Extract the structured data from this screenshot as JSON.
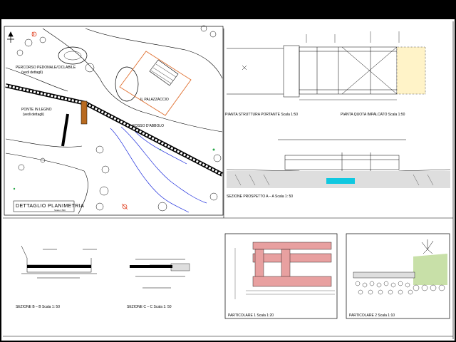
{
  "colors": {
    "background": "#000000",
    "paper": "#ffffff",
    "ink": "#000000",
    "accent_red": "#e04020",
    "accent_orange": "#e07030",
    "accent_blue": "#1a2adc",
    "accent_green": "#2aa84a",
    "accent_cyan": "#10c8e0",
    "pink_beams": "#e8a0a0",
    "wood": "#b86a20"
  },
  "plan": {
    "path_label_1": "PERCORSO PEDONALE/CICLABILE",
    "path_label_2": "(vedi dettagli)",
    "bridge_label_1": "PONTE IN LEGNO",
    "bridge_label_2": "(vedi dettagli)",
    "building_label": "IL PALAZZACCIO",
    "creek_label": "FOSSO D'ABBOLO",
    "title": "DETTAGLIO PLANIMETRIA",
    "scale": "Scala 1:500"
  },
  "views": {
    "plan_structure": "PIANTA STRUTTURA PORTANTE  Scala 1:50",
    "plan_deck": "PIANTA QUOTA IMPALCATO  Scala 1:50",
    "elevation": "SEZIONE PROSPETTO  A – A  Scala 1: 50",
    "section_b": "SEZIONE  B – B  Scala 1: 50",
    "section_c": "SEZIONE  C – C  Scala 1: 50",
    "detail_1": "PARTICOLARE 1  Scala 1:20",
    "detail_2": "PARTICOLARE 2  Scala 1:10"
  }
}
